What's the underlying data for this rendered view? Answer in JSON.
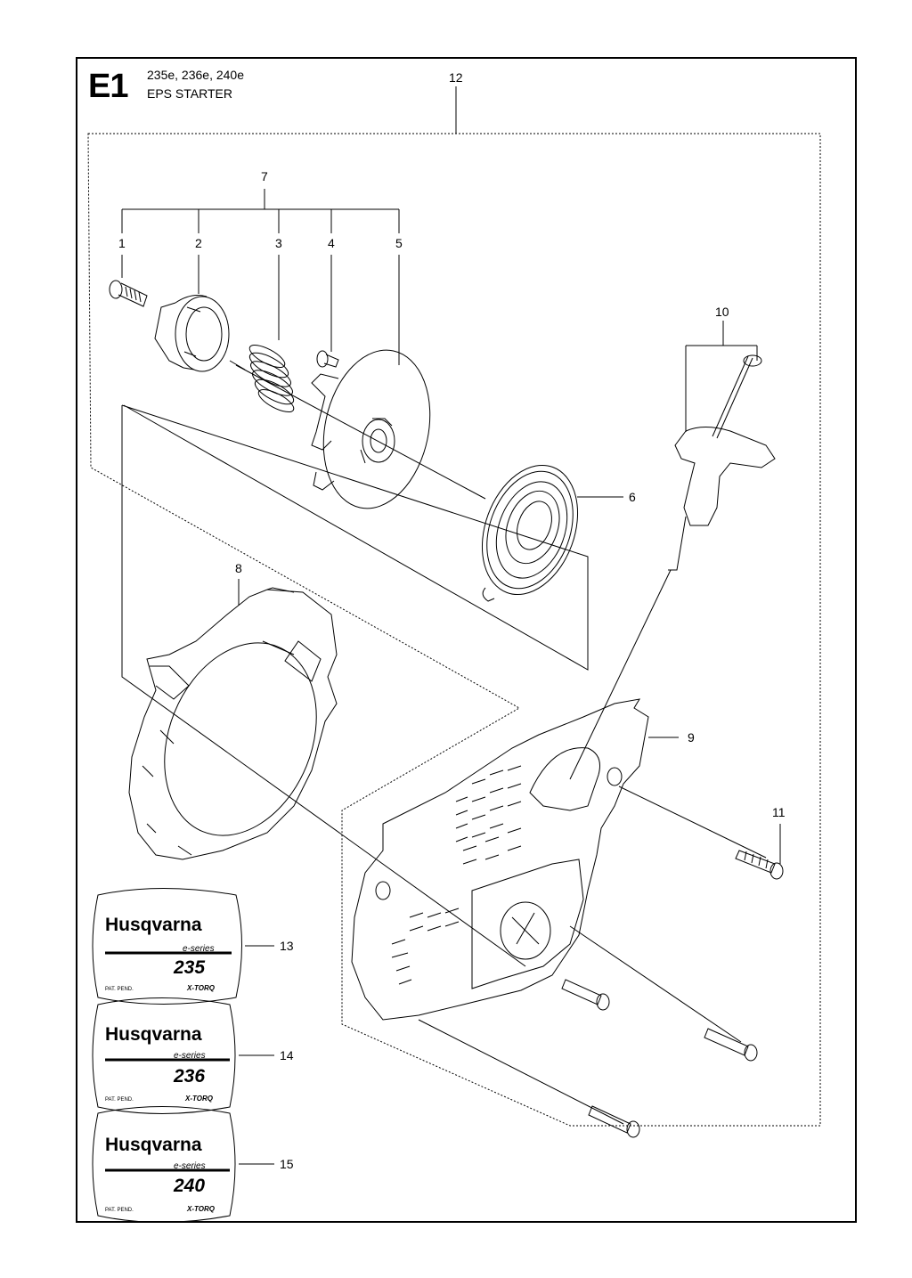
{
  "header": {
    "section_code": "E1",
    "models": "235e, 236e, 240e",
    "title": "EPS STARTER"
  },
  "callouts": {
    "c1": "1",
    "c2": "2",
    "c3": "3",
    "c4": "4",
    "c5": "5",
    "c6": "6",
    "c7": "7",
    "c8": "8",
    "c9": "9",
    "c10": "10",
    "c11": "11",
    "c12": "12",
    "c13": "13",
    "c14": "14",
    "c15": "15"
  },
  "decals": [
    {
      "brand": "Husqvarna",
      "series": "e-series",
      "model": "235",
      "pat": "PAT. PEND.",
      "torq": "X-TORQ"
    },
    {
      "brand": "Husqvarna",
      "series": "e-series",
      "model": "236",
      "pat": "PAT. PEND.",
      "torq": "X-TORQ"
    },
    {
      "brand": "Husqvarna",
      "series": "e-series",
      "model": "240",
      "pat": "PAT. PEND.",
      "torq": "X-TORQ"
    }
  ]
}
